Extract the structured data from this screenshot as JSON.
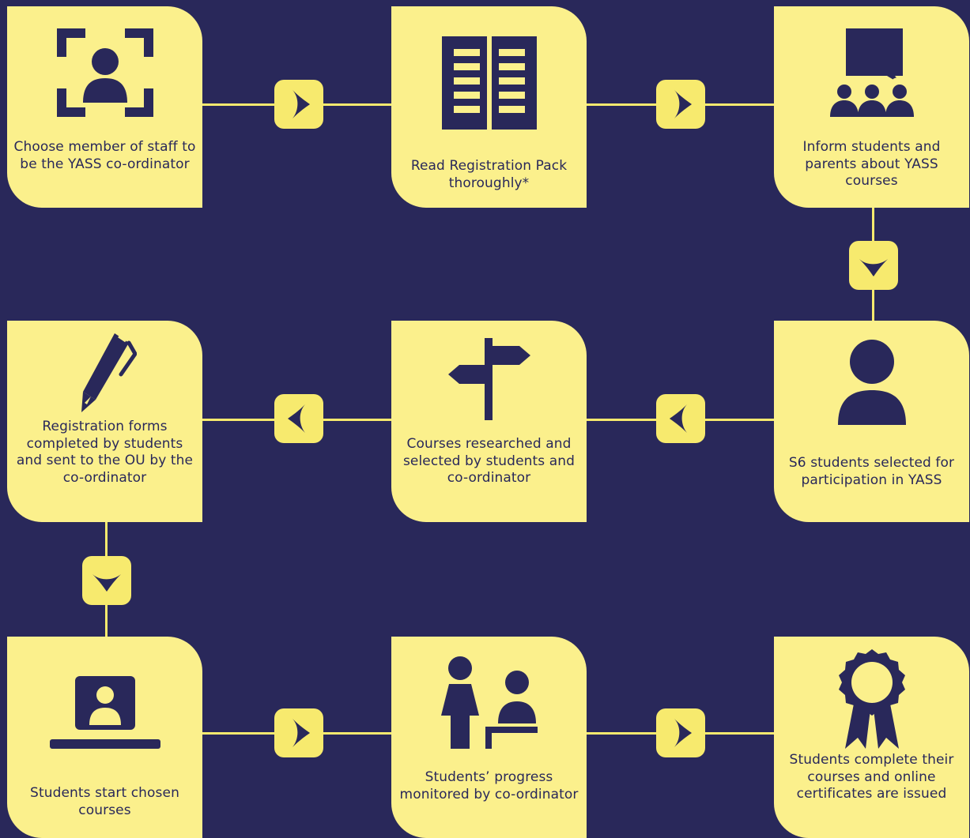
{
  "steps": [
    {
      "label": "Choose member of staff to be the YASS co-ordinator",
      "icon": "user-focus-icon"
    },
    {
      "label": "Read Registration Pack thoroughly*",
      "icon": "open-book-icon"
    },
    {
      "label": "Inform students and parents about YASS courses",
      "icon": "group-presentation-icon"
    },
    {
      "label": "S6 students selected for participation in YASS",
      "icon": "person-icon"
    },
    {
      "label": "Courses researched and selected by students and co-ordinator",
      "icon": "signpost-icon"
    },
    {
      "label": "Registration forms completed by students and sent to the OU by the co-ordinator",
      "icon": "pen-icon"
    },
    {
      "label": "Students start chosen courses",
      "icon": "laptop-user-icon"
    },
    {
      "label": "Students’ progress monitored by co-ordinator",
      "icon": "teacher-student-icon"
    },
    {
      "label": "Students complete their courses and online certificates are issued",
      "icon": "award-rosette-icon"
    }
  ],
  "arrows": [
    "right",
    "right",
    "down",
    "left",
    "left",
    "down",
    "right",
    "right"
  ],
  "colors": {
    "background": "#29285a",
    "card": "#fbf08c",
    "accent": "#f7ea6e",
    "ink": "#29285a"
  }
}
